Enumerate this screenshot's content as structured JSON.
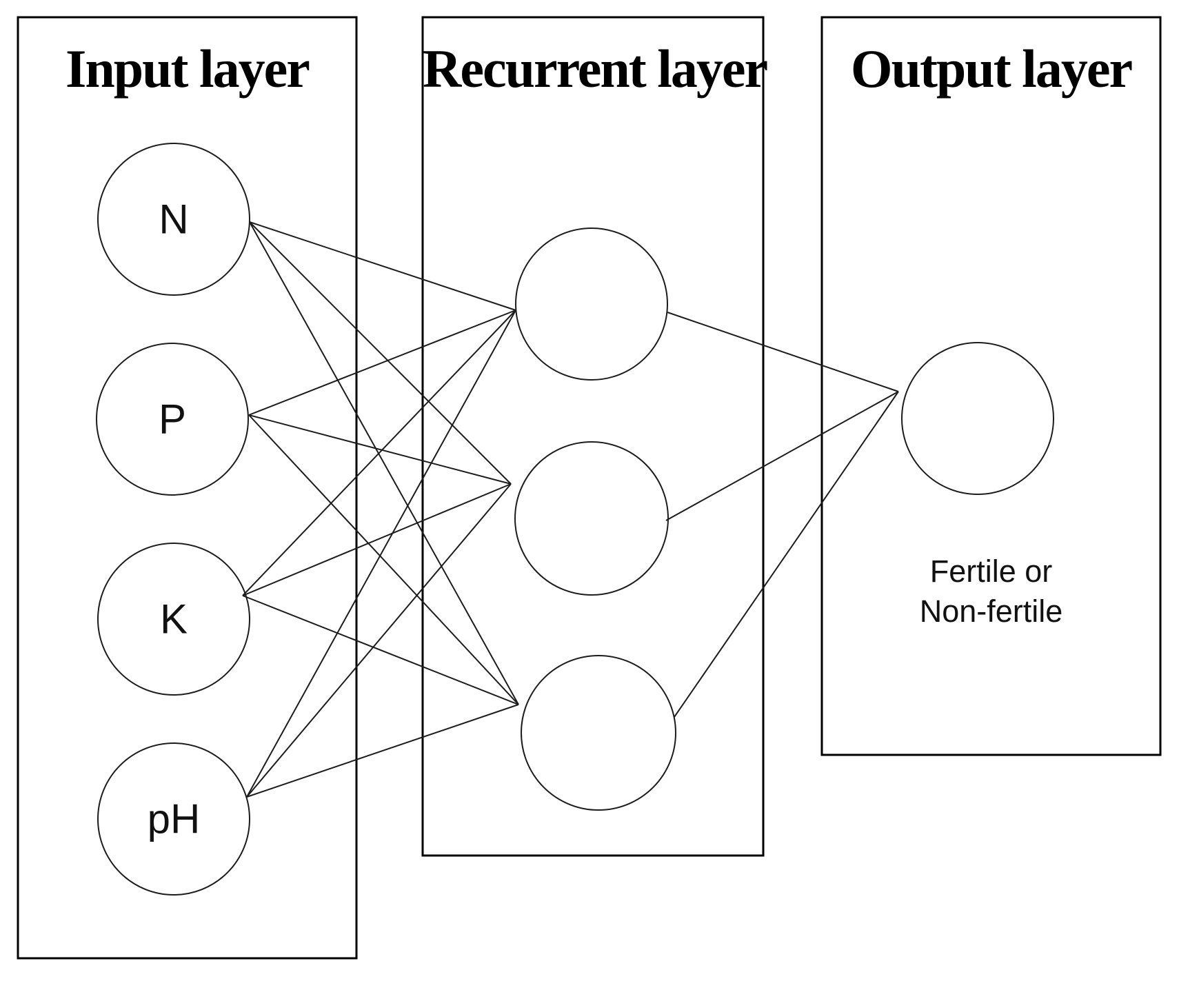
{
  "diagram": {
    "layers": [
      {
        "title": "Input layer",
        "node_labels": [
          "N",
          "P",
          "K",
          "pH"
        ],
        "node_count": 4
      },
      {
        "title": "Recurrent layer",
        "node_labels": [],
        "node_count": 3
      },
      {
        "title": "Output layer",
        "node_labels": [],
        "node_count": 1
      }
    ],
    "output_annotation": {
      "line1": "Fertile or",
      "line2": "Non-fertile"
    },
    "edges": {
      "input_to_recurrent": [
        [
          "N",
          "R1"
        ],
        [
          "N",
          "R2"
        ],
        [
          "N",
          "R3"
        ],
        [
          "P",
          "R1"
        ],
        [
          "P",
          "R2"
        ],
        [
          "P",
          "R3"
        ],
        [
          "K",
          "R1"
        ],
        [
          "K",
          "R2"
        ],
        [
          "K",
          "R3"
        ],
        [
          "pH",
          "R1"
        ],
        [
          "pH",
          "R2"
        ],
        [
          "pH",
          "R3"
        ]
      ],
      "recurrent_to_output": [
        [
          "R1",
          "OUT"
        ],
        [
          "R2",
          "OUT"
        ],
        [
          "R3",
          "OUT"
        ]
      ]
    },
    "colors": {
      "box_stroke": "#000000",
      "edge": "#1c1c1c",
      "node_fill": "#ffffff",
      "background": "#ffffff",
      "text": "#000000"
    }
  }
}
